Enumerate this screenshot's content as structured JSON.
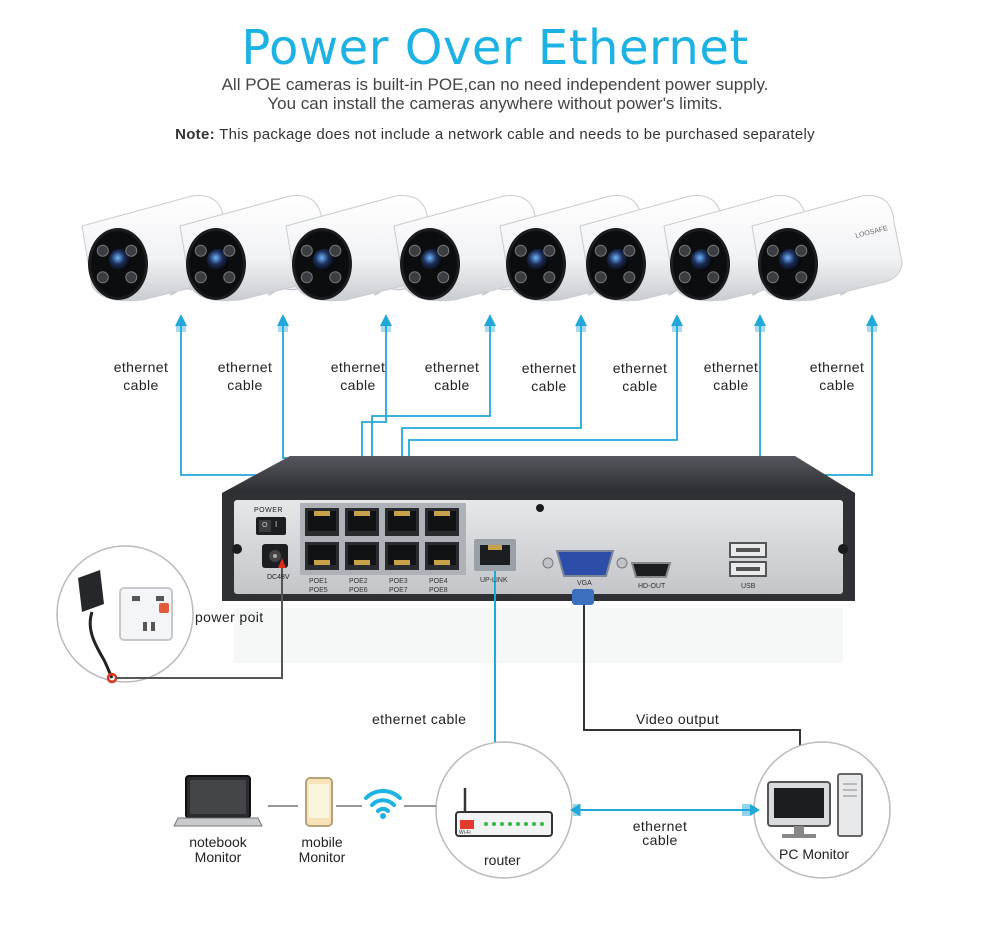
{
  "header": {
    "title": "Power Over Ethernet",
    "subtitle_line1": "All POE cameras is built-in POE,can no need independent power supply.",
    "subtitle_line2": "You can install the cameras anywhere without power's limits.",
    "note_label": "Note:",
    "note_text": " This package does not include a network cable and needs to be purchased separately"
  },
  "cameras": {
    "brand": "LOOSAFE",
    "cable_labels": [
      [
        "ethernet",
        "cable"
      ],
      [
        "ethernet",
        "cable"
      ],
      [
        "ethernet",
        "cable"
      ],
      [
        "ethernet",
        "cable"
      ],
      [
        "ethernet",
        "cable"
      ],
      [
        "ethernet",
        "cable"
      ],
      [
        "ethernet",
        "cable"
      ],
      [
        "ethernet",
        "cable"
      ]
    ]
  },
  "nvr": {
    "power_label": "POWER",
    "on": "O",
    "off": "I",
    "dc_label": "DC48V",
    "poe_labels": [
      [
        "POE1",
        "POE5"
      ],
      [
        "POE2",
        "POE6"
      ],
      [
        "POE3",
        "POE7"
      ],
      [
        "POE4",
        "POE8"
      ]
    ],
    "uplink_label": "UP-LINK",
    "vga_label": "VGA",
    "hdout_label": "HD-OUT",
    "usb_label": "USB"
  },
  "power": {
    "label": "power poit"
  },
  "network": {
    "ethernet_cable_label": "ethernet cable",
    "video_output_label": "Video output",
    "router_label": "router",
    "router_badge": "Wi-Fi",
    "router_to_pc_label_line1": "ethernet",
    "router_to_pc_label_line2": "cable"
  },
  "devices": {
    "notebook_line1": "notebook",
    "notebook_line2": "Monitor",
    "mobile_line1": "mobile",
    "mobile_line2": "Monitor",
    "pc_label": "PC Monitor"
  },
  "colors": {
    "accent": "#1cb3e4",
    "cable": "#21a7d8",
    "nvr_body": "#3b3d42",
    "panel": "#d8dadd"
  }
}
